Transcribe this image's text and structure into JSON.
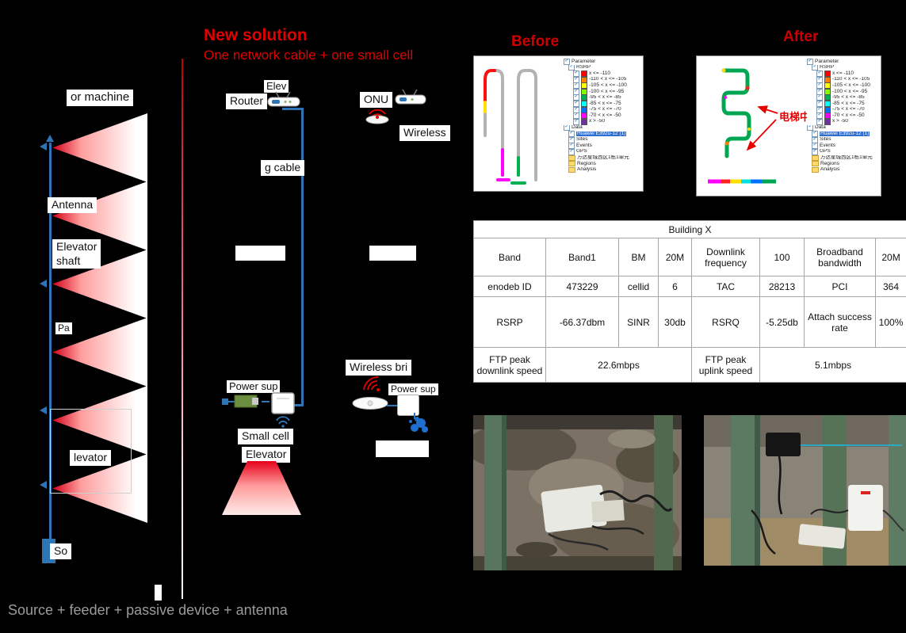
{
  "accent_colors": {
    "brand_red": "#e10000",
    "line_blue": "#2e75b6"
  },
  "titles": {
    "new_solution": "New solution",
    "new_solution_subtitle": "One network cable + one small cell",
    "before": "Before",
    "after": "After",
    "legacy_caption": "Source + feeder + passive device + antenna"
  },
  "legacy": {
    "machine_room": "or machine",
    "antenna": "Antenna",
    "shaft_line1": "Elevator",
    "shaft_line2": "shaft",
    "mid_label": "Pa",
    "elevator": "levator",
    "source": "So"
  },
  "small_cell_solution": {
    "top_label": "Elev",
    "router": "Router",
    "cable": "g cable",
    "power": "Power sup",
    "small_cell": "Small cell",
    "elevator": "Elevator"
  },
  "bridge_solution": {
    "onu": "ONU",
    "wireless": "Wireless",
    "bridge": "Wireless bri",
    "power": "Power sup"
  },
  "drive_test": {
    "annotation": "电梯中",
    "tree_top": [
      "Parameter",
      "RSRP"
    ],
    "legend_items": [
      {
        "color": "#ff0000",
        "label": "x <= -110"
      },
      {
        "color": "#ff8000",
        "label": "-110 < x <= -105"
      },
      {
        "color": "#ffff00",
        "label": "-105 < x <= -100"
      },
      {
        "color": "#80ff00",
        "label": "-100 < x <= -95"
      },
      {
        "color": "#00b050",
        "label": "-95 < x <= -85"
      },
      {
        "color": "#00ffff",
        "label": "-85 < x <= -75"
      },
      {
        "color": "#0070ff",
        "label": "-75 < x <= -70"
      },
      {
        "color": "#ff00ff",
        "label": "-70 < x <= -50"
      },
      {
        "color": "#7030a0",
        "label": "x > -50"
      }
    ],
    "tree_bottom": [
      "Data",
      "Huawei E392u-12 (1)",
      "Sites",
      "Events",
      "GPS",
      "万达星城西区1栋1单元",
      "Regions",
      "Analysis"
    ]
  },
  "table": {
    "title": "Building X",
    "rows": [
      [
        "Band",
        "Band1",
        "BM",
        "20M",
        "Downlink frequency",
        "100",
        "Broadband bandwidth",
        "20M"
      ],
      [
        "enodeb ID",
        "473229",
        "cellid",
        "6",
        "TAC",
        "28213",
        "PCI",
        "364"
      ],
      [
        "RSRP",
        "-66.37dbm",
        "SINR",
        "30db",
        "RSRQ",
        "-5.25db",
        "Attach success rate",
        "100%"
      ],
      [
        "FTP peak downlink speed",
        "22.6mbps",
        "FTP peak uplink speed",
        "5.1mbps"
      ]
    ]
  }
}
